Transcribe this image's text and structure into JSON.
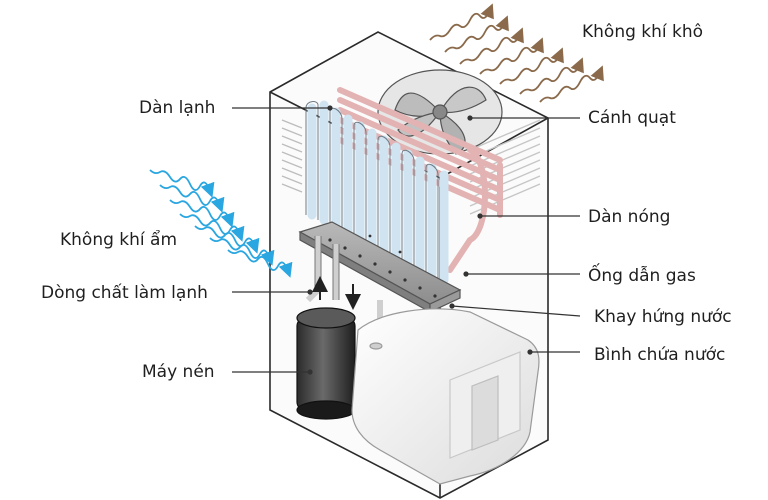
{
  "labels": {
    "dry_air": "Không khí khô",
    "cold_coil": "Dàn lạnh",
    "fan": "Cánh quạt",
    "humid_air": "Không khí ẩm",
    "hot_coil": "Dàn nóng",
    "gas_pipe": "Ống dẫn gas",
    "refrigerant_flow": "Dòng chất làm lạnh",
    "drip_tray": "Khay hứng nước",
    "compressor": "Máy nén",
    "water_tank": "Bình chứa nước"
  },
  "colors": {
    "dry_air_wave": "#8a6a4a",
    "humid_air_wave": "#2aa6e0",
    "hot_coil": "#e8b9b9",
    "cold_coil": "#cfe3f1",
    "casing_line": "#2a2a2a"
  }
}
